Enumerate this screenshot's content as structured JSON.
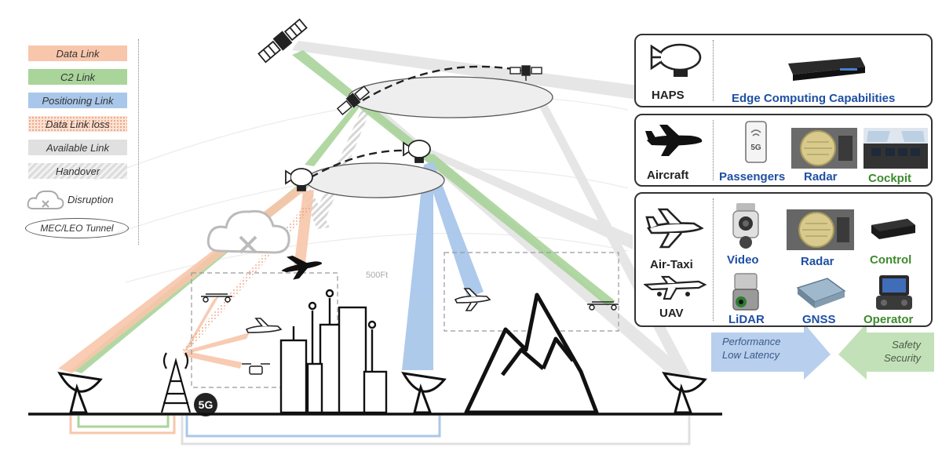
{
  "legend": {
    "data_link": "Data Link",
    "c2_link": "C2 Link",
    "positioning_link": "Positioning Link",
    "data_link_loss": "Data Link loss",
    "available_link": "Available Link",
    "handover": "Handover",
    "disruption": "Disruption",
    "mec_leo_tunnel": "MEC/LEO Tunnel"
  },
  "scene": {
    "altitude_label": "500Ft",
    "fiveg_label": "5G"
  },
  "panels": {
    "haps": {
      "title": "HAPS",
      "capability": "Edge Computing Capabilities"
    },
    "aircraft": {
      "title": "Aircraft",
      "items": [
        "Passengers",
        "Radar",
        "Cockpit"
      ]
    },
    "air_taxi": {
      "title": "Air-Taxi",
      "title2": "UAV",
      "items": [
        "Video",
        "Radar",
        "Control",
        "LiDAR",
        "GNSS",
        "Operator"
      ]
    }
  },
  "arrows": {
    "performance": [
      "Performance",
      "Low Latency"
    ],
    "safety": [
      "Safety",
      "Security"
    ]
  },
  "colors": {
    "data_link": "#f8c6ab",
    "c2_link": "#a9d49a",
    "positioning_link": "#a9c7ea",
    "available_link": "#e0e0e0",
    "label_blue": "#1f4fa3",
    "label_green": "#3d8a2d"
  }
}
